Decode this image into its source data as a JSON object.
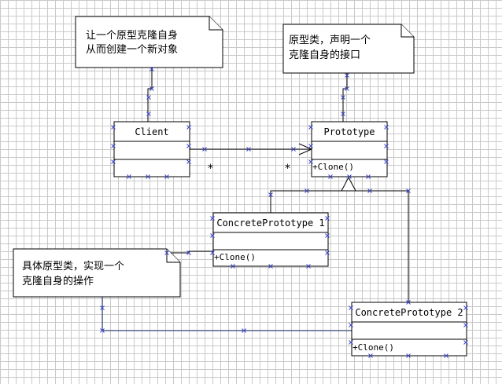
{
  "classes": {
    "client": {
      "name": "Client",
      "operation": ""
    },
    "prototype": {
      "name": "Prototype",
      "operation": "+Clone()"
    },
    "concrete1": {
      "name": "ConcretePrototype 1",
      "operation": "+Clone()"
    },
    "concrete2": {
      "name": "ConcretePrototype 2",
      "operation": "+Clone()"
    }
  },
  "notes": {
    "client_note": {
      "lines": [
        "让一个原型克隆自身",
        "从而创建一个新对象"
      ]
    },
    "prototype_note": {
      "lines": [
        "原型类，声明一个",
        "克隆自身的接口"
      ]
    },
    "concrete_note": {
      "lines": [
        "具体原型类，实现一个",
        "克隆自身的操作"
      ]
    }
  },
  "association": {
    "source_multiplicity": "*",
    "target_multiplicity": "*"
  },
  "colors": {
    "line": "#000000",
    "grid": "#c9c9c9",
    "handle": "#3b46c8"
  }
}
